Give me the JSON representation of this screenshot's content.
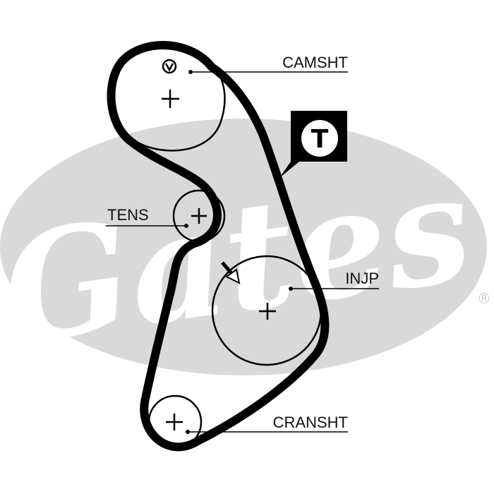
{
  "brand": {
    "wordmark": "Gates",
    "registered_mark": "®",
    "watermark_color": "#d9d9d9"
  },
  "labels": {
    "camshaft": "CAMSHT",
    "tensioner": "TENS",
    "injection_pump": "INJP",
    "crankshaft": "CRANSHT"
  },
  "tension_badge": {
    "letter": "T"
  },
  "colors": {
    "belt": "#000000",
    "pulley_outline": "#000000",
    "background": "#ffffff"
  }
}
